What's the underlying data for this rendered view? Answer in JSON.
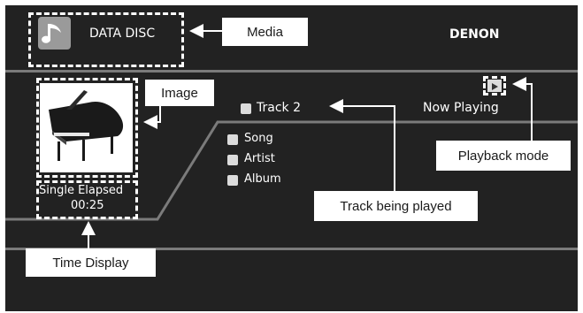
{
  "header": {
    "media_label": "DATA DISC",
    "brand": "DENON"
  },
  "panel": {
    "track_label": "Track 2",
    "now_playing": "Now Playing",
    "meta_items": [
      {
        "icon": "music-note-icon",
        "label": "Song"
      },
      {
        "icon": "artist-icon",
        "label": "Artist"
      },
      {
        "icon": "album-icon",
        "label": "Album"
      }
    ],
    "time_mode": "Single Elapsed",
    "time_value": "00:25",
    "album_art": "grand-piano-image"
  },
  "callouts": {
    "media": "Media",
    "image": "Image",
    "playback_mode": "Playback mode",
    "track_being_played": "Track being played",
    "time_display": "Time Display"
  },
  "colors": {
    "screen_bg": "#222222",
    "divider": "#7b7b7b",
    "text": "#ffffff",
    "media_icon_bg": "#9a9a9a"
  }
}
